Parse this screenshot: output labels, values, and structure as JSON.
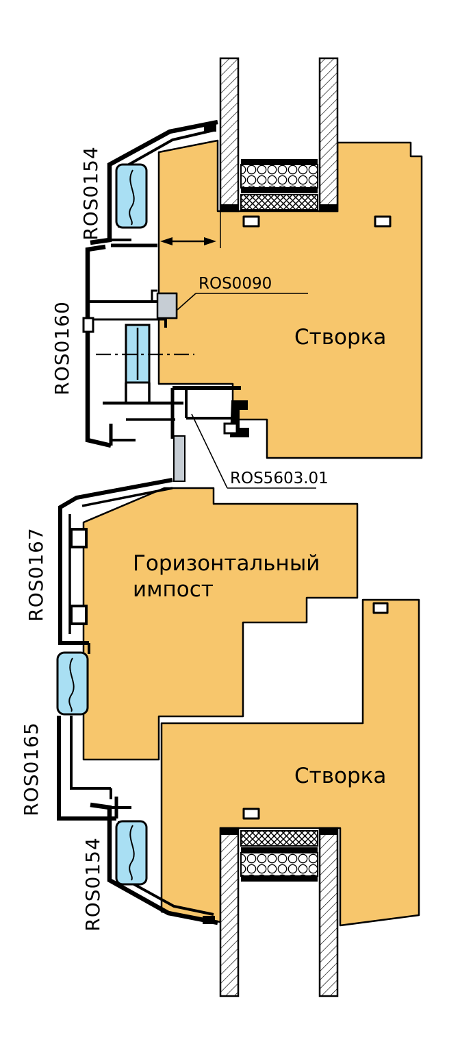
{
  "diagram": {
    "type": "window-profile-cross-section",
    "labels": {
      "ros0154_top": "ROS0154",
      "ros0160": "ROS0160",
      "ros0090": "ROS0090",
      "ros5603": "ROS5603.01",
      "ros0167": "ROS0167",
      "ros0165": "ROS0165",
      "ros0154_bottom": "ROS0154",
      "sash_top": "Створка",
      "sash_bottom": "Створка",
      "impost_line1": "Горизонтальный",
      "impost_line2": "импост"
    },
    "colors": {
      "wood": "#F7C66C",
      "gasket": "#A9DFF3",
      "steel": "#C6CDD4",
      "outline": "#000000",
      "background": "#FFFFFF"
    }
  }
}
